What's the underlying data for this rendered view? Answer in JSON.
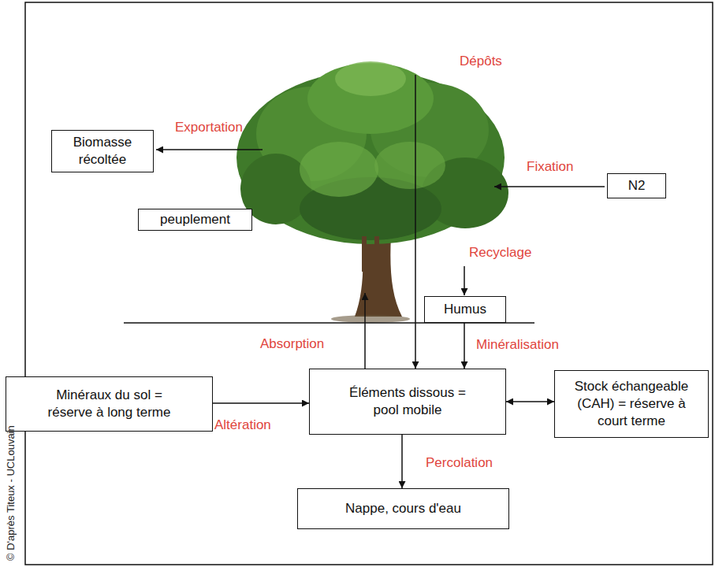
{
  "diagram": {
    "nodes": [
      {
        "text": [
          "Biomasse récoltée"
        ]
      },
      {
        "text": [
          "N2"
        ]
      },
      {
        "text": [
          "peuplement"
        ]
      },
      {
        "text": [
          "Humus"
        ]
      },
      {
        "text": [
          "Minéraux du sol = réserve à long terme"
        ]
      },
      {
        "text": [
          "Éléments dissous = pool mobile"
        ]
      },
      {
        "text": [
          "Stock échangeable (CAH) = réserve à court terme"
        ]
      },
      {
        "text": [
          "Nappe, cours d'eau"
        ]
      }
    ],
    "edges": [
      {
        "from": 3,
        "to": 5,
        "label": "Minéralisation",
        "arrow": "to"
      },
      {
        "from": 4,
        "to": 5,
        "label": "Altération",
        "arrow": "to"
      },
      {
        "from": 5,
        "to": 6,
        "arrow": "both"
      },
      {
        "from": 5,
        "to": 7,
        "label": "Percolation",
        "arrow": "to"
      }
    ],
    "labels": [
      "Dépôts",
      "Exportation",
      "Fixation",
      "Recyclage",
      "Absorption",
      "© D'après Titeux - UCLouvain"
    ]
  }
}
